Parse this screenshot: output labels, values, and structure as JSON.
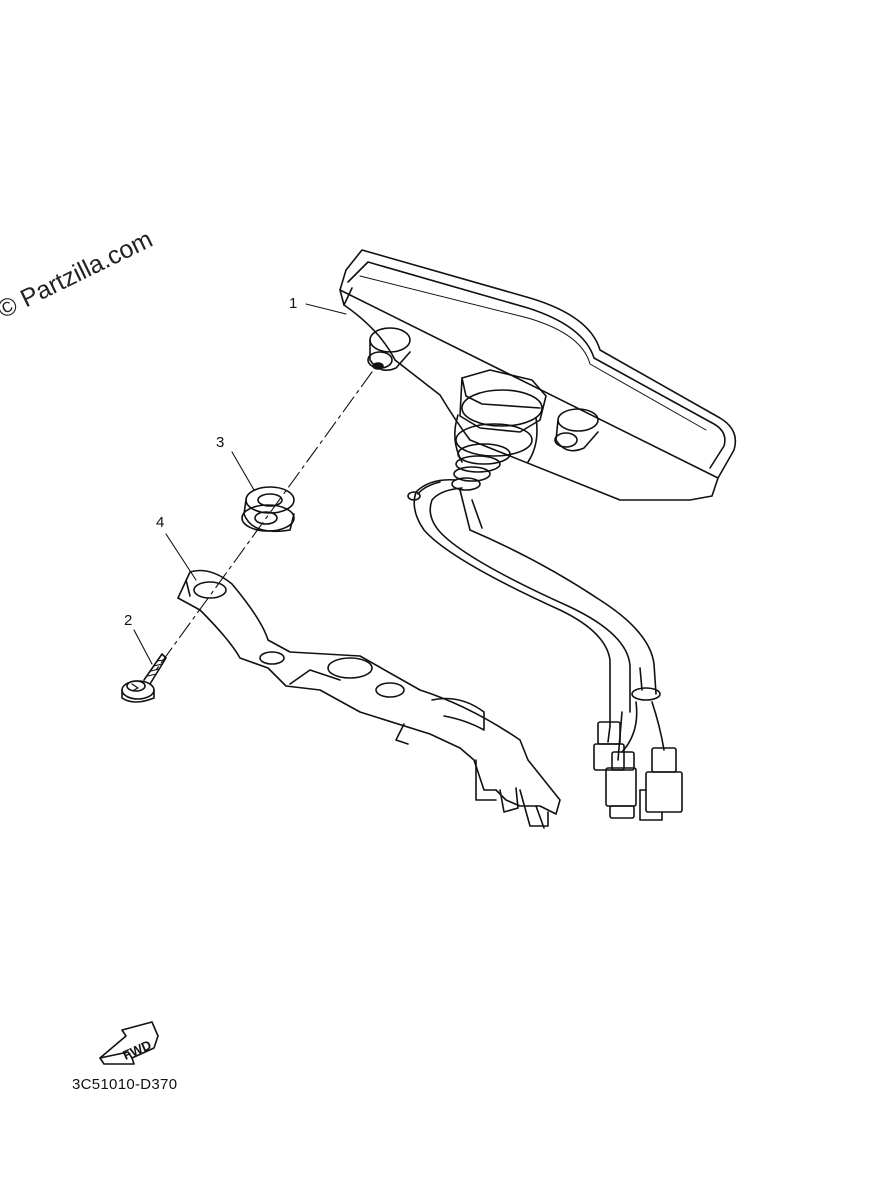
{
  "watermark": "© Partzilla.com",
  "callouts": [
    {
      "id": "1",
      "label": "1"
    },
    {
      "id": "2",
      "label": "2"
    },
    {
      "id": "3",
      "label": "3"
    },
    {
      "id": "4",
      "label": "4"
    }
  ],
  "fwd_label": "FWD",
  "diagram_code": "3C51010-D370",
  "colors": {
    "line": "#111111",
    "background": "#ffffff"
  }
}
